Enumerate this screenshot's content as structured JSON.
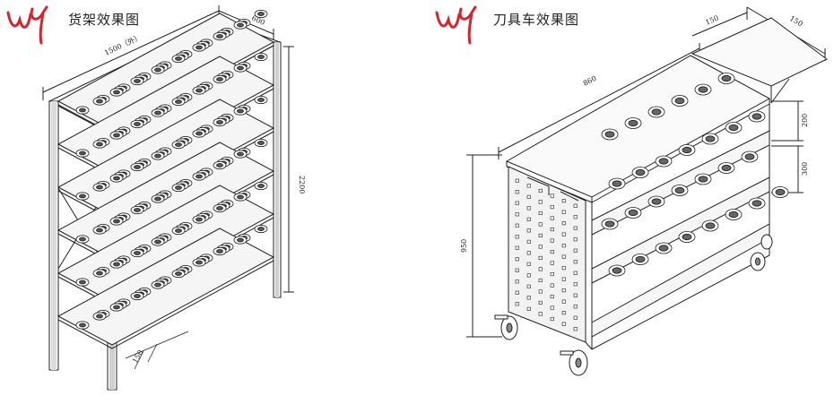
{
  "left_panel": {
    "title": "货架效果图",
    "dim_width": "1500（外）",
    "dim_depth": "600",
    "dim_height": "2200",
    "dim_bottom": "150"
  },
  "right_panel": {
    "title": "刀具车效果图",
    "dim_length": "860",
    "dim_depth": "150",
    "dim_side_tray": "150",
    "dim_height": "950",
    "dim_upper_gap": "200",
    "dim_lower_gap": "300"
  },
  "colors": {
    "line": "#222222",
    "logo": "#d8232a",
    "tray": "#f4f4f4"
  }
}
